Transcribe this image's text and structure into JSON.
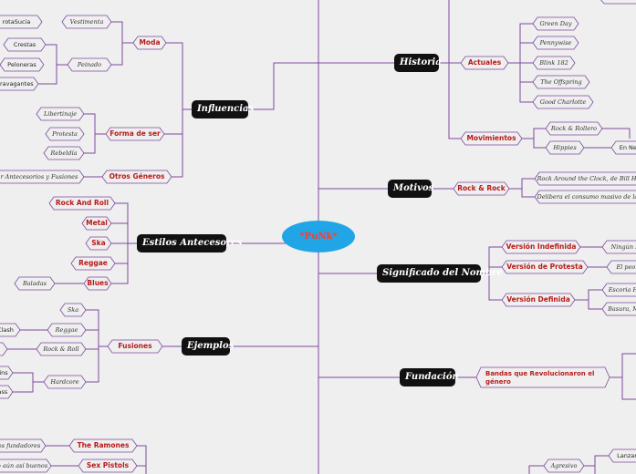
{
  "center": "*PuNk*",
  "topics": {
    "influencias": "Influencias",
    "estilos": "Estilos Antecesores",
    "ejemplos": "Ejemplos",
    "historia": "Historia",
    "motivos": "Motivos",
    "significado": "Significado del Nombre",
    "fundacion": "Fundación"
  },
  "subtopics": {
    "moda": "Moda",
    "forma_de_ser": "Forma de ser",
    "otros_generos": "Otros Géneros",
    "rock_and_roll": "Rock And Roll",
    "metal": "Metal",
    "ska": "Ska",
    "reggae": "Reggae",
    "blues": "Blues",
    "fusiones": "Fusiones",
    "ramones": "The Ramones",
    "sex_pistols": "Sex Pistols",
    "actuales": "Actuales",
    "movimientos": "Movimientos",
    "rock_and_rock": "Rock & Rock",
    "indefinida": "Versión Indefinida",
    "protesta": "Versión de Protesta",
    "definida": "Versión Definida",
    "bandas": "Bandas que Revolucionaron el género"
  },
  "leaves": {
    "rota_sucia": "rotaSucia",
    "vestimenta": "Vestimenta",
    "crestas": "Crestas",
    "peloneras": "Peloneras",
    "peinado": "Peinado",
    "extravagantes": "travagantes",
    "libertinaje": "Libertinaje",
    "protesta": "Protesta",
    "rebeldia": "Rebeldía",
    "mezclar": "ar Antecesorios y Fusiones",
    "baladas": "Baladas",
    "ska": "Ska",
    "clash": "Clash",
    "reggae": "Reggae",
    "s": "s",
    "rock_roll": "Rock & Roll",
    "ains": "ains",
    "hardcore": "Hardcore",
    "lass": "lass",
    "fundadores": "los fundadores",
    "asi_buenos": "ro aún así buenos",
    "green_day": "Green Day",
    "pennywise": "Pennywise",
    "blink": "Blink 182",
    "offspring": "The Offspring",
    "good_charlotte": "Good Charlotte",
    "rock_rollero": "Rock & Rollero",
    "hippies": "Hippies",
    "en_nes": "En Nes",
    "rock_around": "Rock Around the Clock, de Bill Hale",
    "delibera": "Delibera el consumo masivo de la m",
    "ningun": "Ningún P",
    "el_peor": "El peor",
    "escoria": "Escoria Hu",
    "basura": "Basura, Me",
    "lanzar": "Lanzar",
    "agresivo": "Agresivo"
  }
}
